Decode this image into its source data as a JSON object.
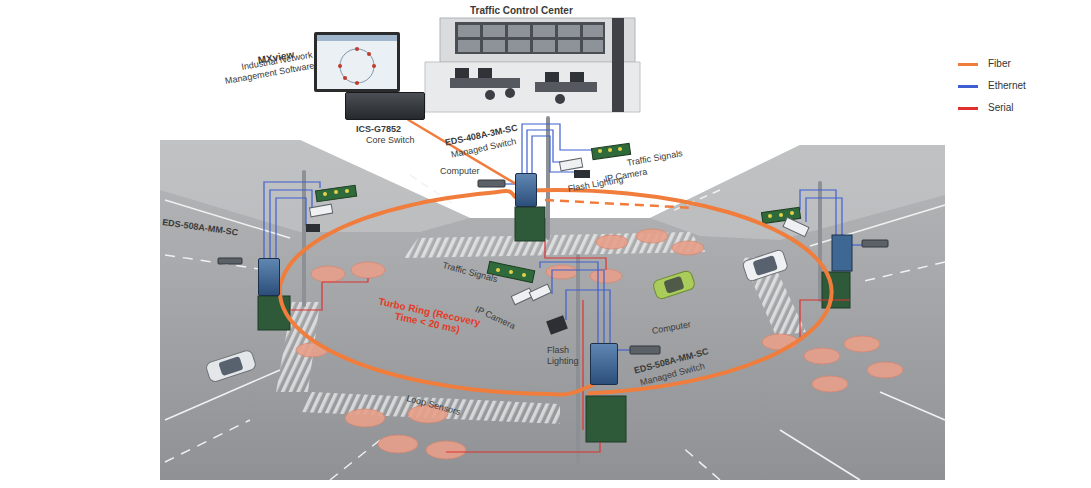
{
  "diagram": {
    "nodes": [
      {
        "text": [
          "Traffic Control Center"
        ]
      },
      {
        "text": [
          "MXview",
          "Industrial Network Management Software"
        ]
      },
      {
        "text": [
          "ICS-G7852",
          "Core Switch"
        ]
      },
      {
        "text": [
          "EDS-408A-3M-SC",
          "Managed Switch"
        ]
      },
      {
        "text": [
          "EDS-508A-MM-SC"
        ]
      },
      {
        "text": [
          "EDS-508A-MM-SC",
          "Managed Switch"
        ]
      }
    ],
    "edges": [
      {
        "from": 2,
        "to": 3,
        "arrow": "none"
      },
      {
        "from": 3,
        "to": 4,
        "arrow": "none"
      },
      {
        "from": 4,
        "to": 5,
        "arrow": "none"
      }
    ],
    "labels": [
      "Computer",
      "Traffic Signals",
      "IP Camera",
      "Flash Lighting",
      "Traffic Signals",
      "Turbo Ring (Recovery Time < 20 ms)",
      "IP Camera",
      "Computer",
      "Flash Lighting",
      "Loop Sensors"
    ],
    "legend": [
      {
        "text": "Fiber",
        "color": "#f07d3c"
      },
      {
        "text": "Ethernet",
        "color": "#3f5fd0"
      },
      {
        "text": "Serial",
        "color": "#e0312f"
      }
    ]
  }
}
